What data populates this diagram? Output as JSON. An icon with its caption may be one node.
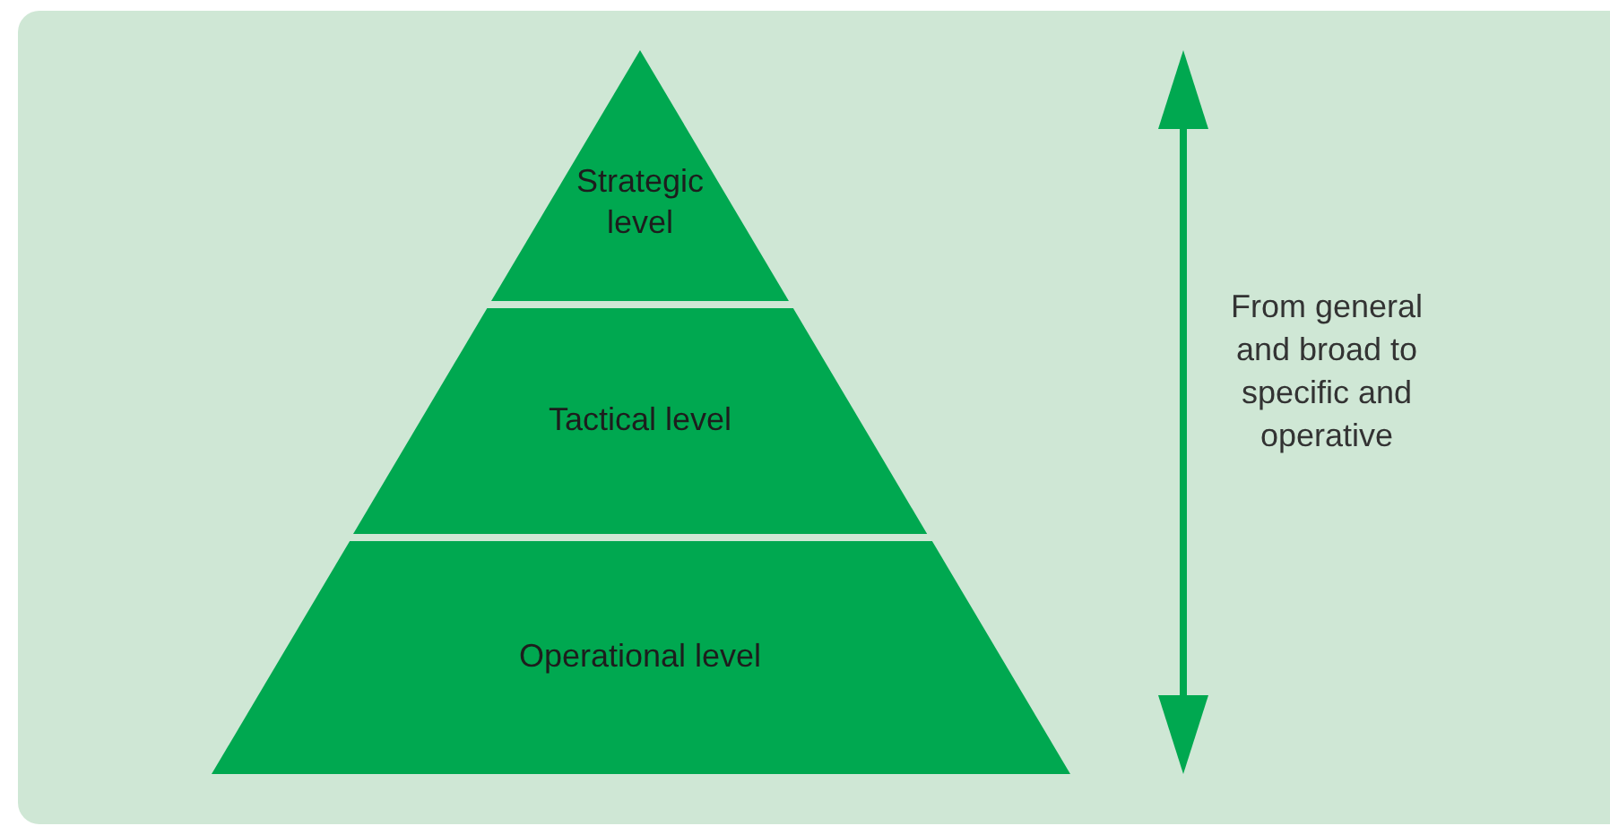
{
  "diagram": {
    "nodes": [
      {
        "text": [
          "Strategic level"
        ]
      },
      {
        "text": [
          "Tactical level"
        ]
      },
      {
        "text": [
          "Operational level"
        ]
      }
    ],
    "labels": [
      "From general and broad to specific and operative"
    ]
  }
}
